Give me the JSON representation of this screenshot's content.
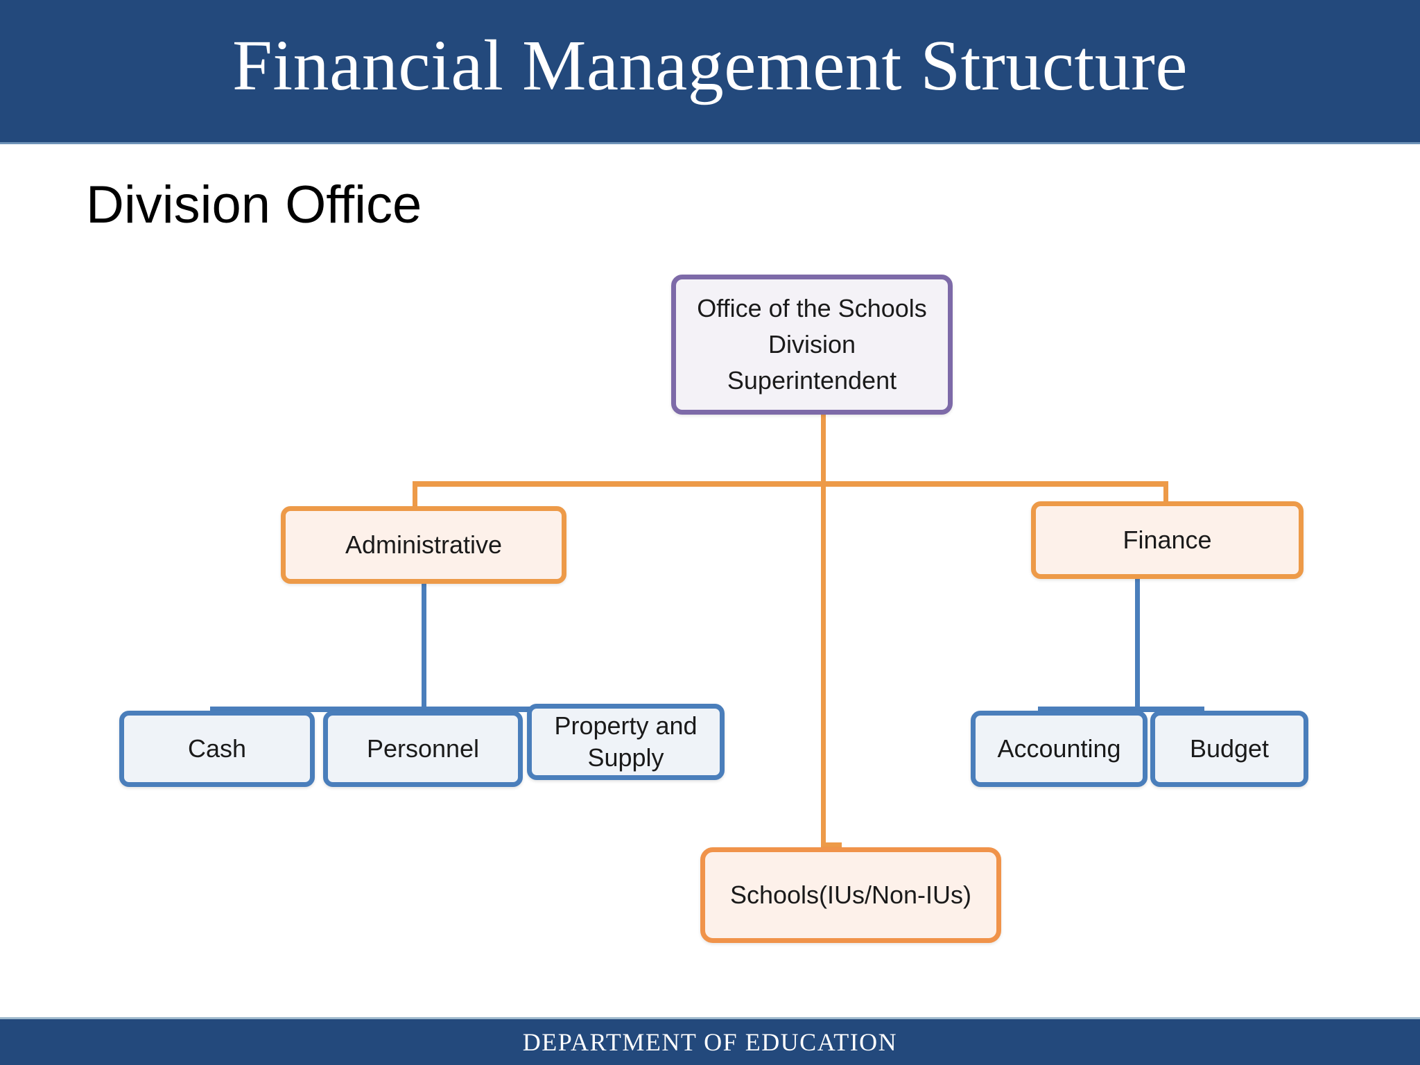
{
  "header": {
    "title": "Financial Management Structure"
  },
  "subtitle": "Division Office",
  "footer": {
    "text": "DEPARTMENT OF EDUCATION"
  },
  "colors": {
    "banner_navy": "#23497c",
    "root_border_purple": "#7d6aa8",
    "branch_border_orange": "#ed9a48",
    "leaf_border_blue": "#4a7ebb",
    "root_fill": "#f4f2f7",
    "branch_fill": "#fdf1ea",
    "leaf_fill": "#eff3f8",
    "connector_orange": "#ed9a48",
    "connector_blue": "#4a7ebb"
  },
  "chart_data": {
    "type": "diagram",
    "diagram_kind": "organizational-chart",
    "title": "Division Office",
    "root": {
      "id": "osds",
      "label": "Office of the Schools Division Superintendent",
      "label_lines": [
        "Office of the Schools",
        "Division Superintendent"
      ],
      "style": "purple"
    },
    "branches": [
      {
        "id": "administrative",
        "label": "Administrative",
        "style": "orange",
        "children": [
          {
            "id": "cash",
            "label": "Cash",
            "style": "blue"
          },
          {
            "id": "personnel",
            "label": "Personnel",
            "style": "blue"
          },
          {
            "id": "property-and-supply",
            "label": "Property and Supply",
            "label_lines": [
              "Property and",
              "Supply"
            ],
            "style": "blue"
          }
        ]
      },
      {
        "id": "finance",
        "label": "Finance",
        "style": "orange",
        "children": [
          {
            "id": "accounting",
            "label": "Accounting",
            "style": "blue"
          },
          {
            "id": "budget",
            "label": "Budget",
            "style": "blue"
          }
        ]
      },
      {
        "id": "schools",
        "label": "Schools(IUs/Non-IUs)",
        "style": "orange",
        "children": []
      }
    ],
    "edges": [
      {
        "from": "osds",
        "to": "administrative",
        "color": "#ed9a48"
      },
      {
        "from": "osds",
        "to": "finance",
        "color": "#ed9a48"
      },
      {
        "from": "osds",
        "to": "schools",
        "color": "#ed9a48"
      },
      {
        "from": "administrative",
        "to": "cash",
        "color": "#4a7ebb"
      },
      {
        "from": "administrative",
        "to": "personnel",
        "color": "#4a7ebb"
      },
      {
        "from": "administrative",
        "to": "property-and-supply",
        "color": "#4a7ebb"
      },
      {
        "from": "finance",
        "to": "accounting",
        "color": "#4a7ebb"
      },
      {
        "from": "finance",
        "to": "budget",
        "color": "#4a7ebb"
      }
    ]
  }
}
